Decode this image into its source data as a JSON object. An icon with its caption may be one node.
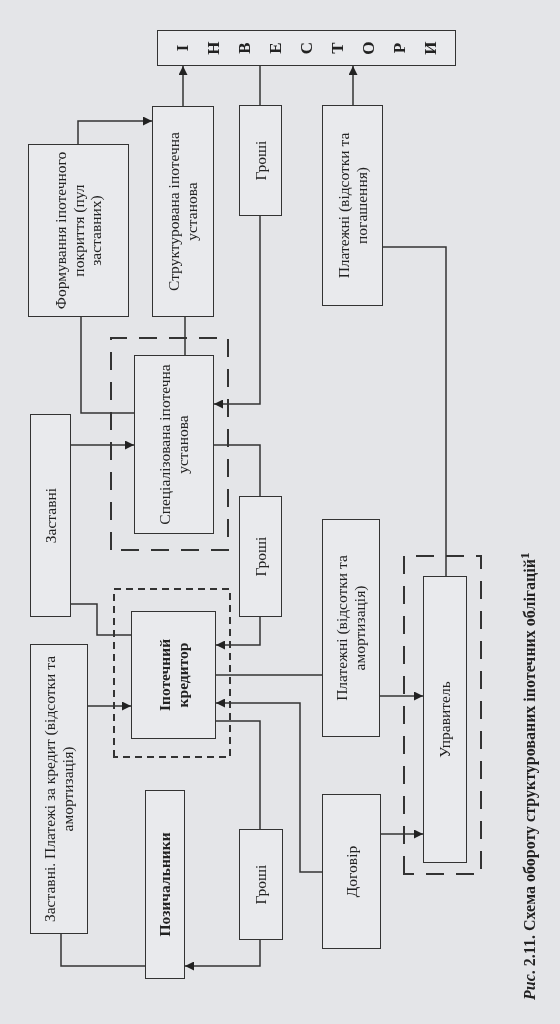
{
  "diagram": {
    "caption": "*Рис*. 2.11. Схема обороту структурованих іпотечних облігацій$^{1}$",
    "nodes": [
      {
        "text": [
          "ІНВЕСТОРИ"
        ]
      },
      {
        "text": [
          "Формування іпотечного покриття (пул заставних)"
        ]
      },
      {
        "text": [
          "Структурована іпотечна установа"
        ]
      },
      {
        "text": [
          "Гроші"
        ]
      },
      {
        "text": [
          "Платежні (відсотки та погашення)"
        ]
      },
      {
        "text": [
          "Заставні"
        ]
      },
      {
        "text": [],
        "shape": "box"
      },
      {
        "text": [
          "Спеціалізована іпотечна установа"
        ],
        "in": 6
      },
      {
        "text": [
          "Гроші"
        ]
      },
      {
        "text": [
          "Платежні (відсотки та амортизація)"
        ]
      },
      {
        "text": [],
        "shape": "box"
      },
      {
        "text": [
          "Іпотечний кредитор"
        ],
        "in": 10
      },
      {
        "text": [
          "Заставні. Платежі за кредит (відсотки та амортизація)"
        ]
      },
      {
        "text": [
          "Позичальники"
        ]
      },
      {
        "text": [
          "Гроші"
        ]
      },
      {
        "text": [
          "Договір"
        ]
      },
      {
        "text": [],
        "shape": "box"
      },
      {
        "text": [
          "Управитель"
        ],
        "in": 16
      }
    ],
    "edges": [
      {
        "from": 2,
        "to": 0,
        "arrow": "to"
      },
      {
        "from": 4,
        "to": 0,
        "arrow": "to"
      },
      {
        "from": 0,
        "to": 3,
        "arrow": "none"
      },
      {
        "from": 3,
        "to": 7,
        "arrow": "to"
      },
      {
        "from": 1,
        "to": 2,
        "arrow": "to"
      },
      {
        "from": 1,
        "to": 7,
        "arrow": "none"
      },
      {
        "from": 2,
        "to": 7,
        "arrow": "none"
      },
      {
        "from": 5,
        "to": 7,
        "arrow": "to"
      },
      {
        "from": 5,
        "to": 11,
        "arrow": "none"
      },
      {
        "from": 7,
        "to": 8,
        "arrow": "none"
      },
      {
        "from": 8,
        "to": 11,
        "arrow": "to"
      },
      {
        "from": 12,
        "to": 11,
        "arrow": "to"
      },
      {
        "from": 11,
        "to": 14,
        "arrow": "none"
      },
      {
        "from": 14,
        "to": 13,
        "arrow": "to"
      },
      {
        "from": 12,
        "to": 13,
        "arrow": "none"
      },
      {
        "from": 15,
        "to": 11,
        "arrow": "to"
      },
      {
        "from": 11,
        "to": 9,
        "arrow": "none"
      },
      {
        "from": 9,
        "to": 17,
        "arrow": "to"
      },
      {
        "from": 15,
        "to": 17,
        "arrow": "to"
      },
      {
        "from": 4,
        "to": 17,
        "arrow": "none"
      }
    ]
  }
}
